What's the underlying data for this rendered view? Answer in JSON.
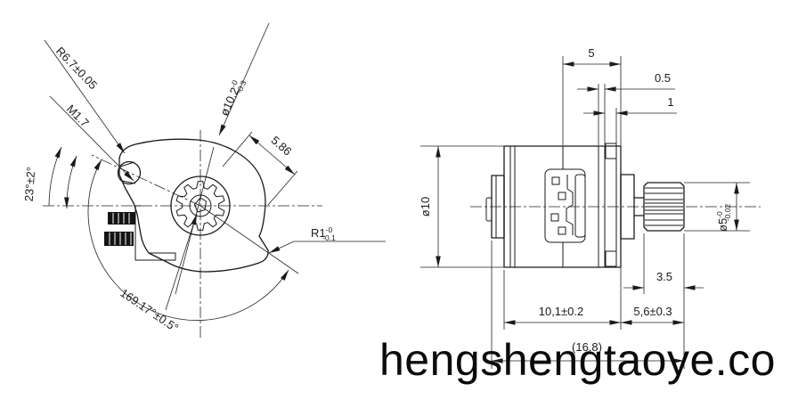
{
  "watermark": {
    "text": "hengshengtaoye.co"
  },
  "front_view": {
    "labels": {
      "mount_radius": "R6.7±0.05",
      "thread_size": "M1.7",
      "boss_diameter": {
        "value": "ø10.2",
        "tol_upper": "-0",
        "tol_lower": "-0.3"
      },
      "center_to_edge": "5.86",
      "terminal_angle": "23°±2°",
      "corner_radius": {
        "value": "R1",
        "tol_upper": "-0",
        "tol_lower": "-0.1"
      },
      "sweep_angle": "169.17°±0.5°"
    }
  },
  "side_view": {
    "labels": {
      "front_section_length": "5",
      "spacer_thickness": "0.5",
      "boss_length": "1",
      "body_diameter": "ø10",
      "pinion_diameter": {
        "value": "ø5",
        "tol_upper": "-0",
        "tol_lower": "-0.02"
      },
      "pinion_length": "3.5",
      "body_length": "10,1±0.2",
      "output_length": "5,6±0.3",
      "overall_length": "(16.8)"
    }
  }
}
